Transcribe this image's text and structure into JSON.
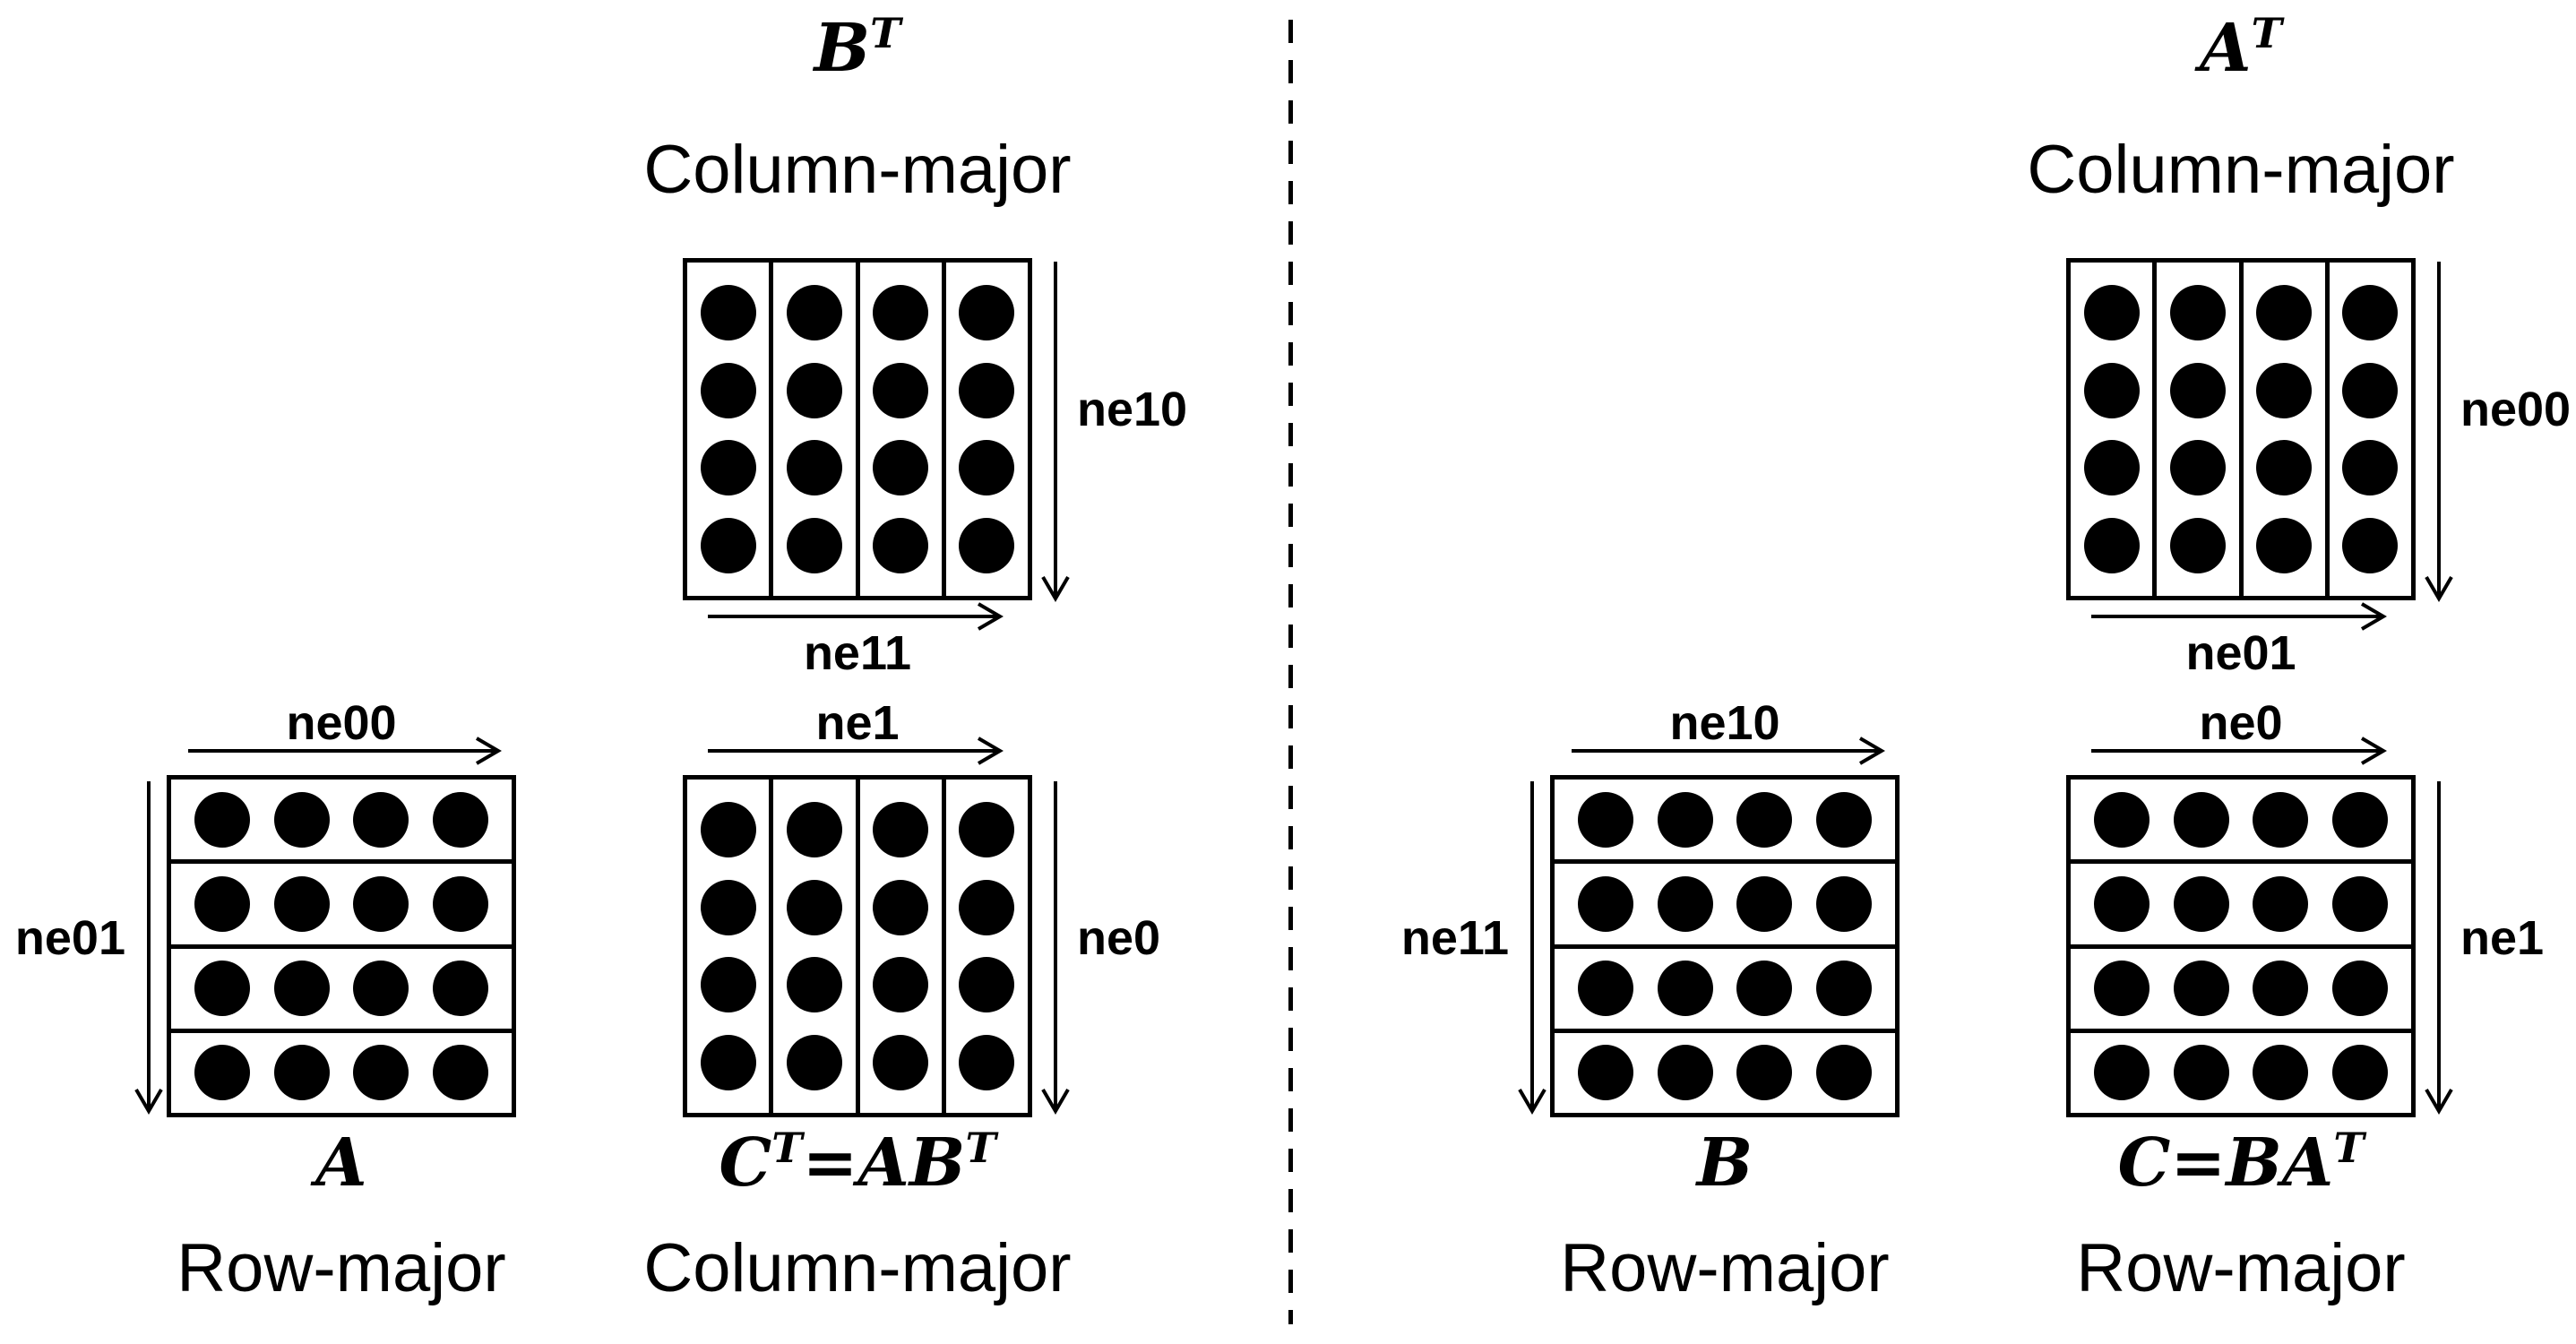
{
  "figure": {
    "description": "Matrix memory-layout diagram comparing row-major and column-major storage for matmul",
    "grid": {
      "rows": 4,
      "cols": 4
    },
    "colors": {
      "ink": "#000000",
      "background": "#ffffff"
    },
    "divider": "dashed-vertical-line",
    "icons": {
      "right_arrow": "arrow-right-icon",
      "down_arrow": "arrow-down-icon"
    }
  },
  "groups": {
    "bt": {
      "math": [
        {
          "t": "B"
        },
        {
          "t": "T",
          "sup": true
        }
      ],
      "order": "Column-major",
      "layout": "column-major",
      "labels": {
        "right": "ne10",
        "bottom": "ne11"
      }
    },
    "a": {
      "math": [
        {
          "t": "A"
        }
      ],
      "order": "Row-major",
      "layout": "row-major",
      "labels": {
        "top": "ne00",
        "left": "ne01"
      }
    },
    "ct": {
      "math": [
        {
          "t": "C"
        },
        {
          "t": "T",
          "sup": true
        },
        {
          "t": "=AB"
        },
        {
          "t": "T",
          "sup": true
        }
      ],
      "order": "Column-major",
      "layout": "column-major",
      "labels": {
        "top": "ne1",
        "right": "ne0"
      }
    },
    "at": {
      "math": [
        {
          "t": "A"
        },
        {
          "t": "T",
          "sup": true
        }
      ],
      "order": "Column-major",
      "layout": "column-major",
      "labels": {
        "right": "ne00",
        "bottom": "ne01"
      }
    },
    "b": {
      "math": [
        {
          "t": "B"
        }
      ],
      "order": "Row-major",
      "layout": "row-major",
      "labels": {
        "top": "ne10",
        "left": "ne11"
      }
    },
    "c": {
      "math": [
        {
          "t": "C=BA"
        },
        {
          "t": "T",
          "sup": true
        }
      ],
      "order": "Row-major",
      "layout": "row-major",
      "labels": {
        "top": "ne0",
        "right": "ne1"
      }
    }
  }
}
